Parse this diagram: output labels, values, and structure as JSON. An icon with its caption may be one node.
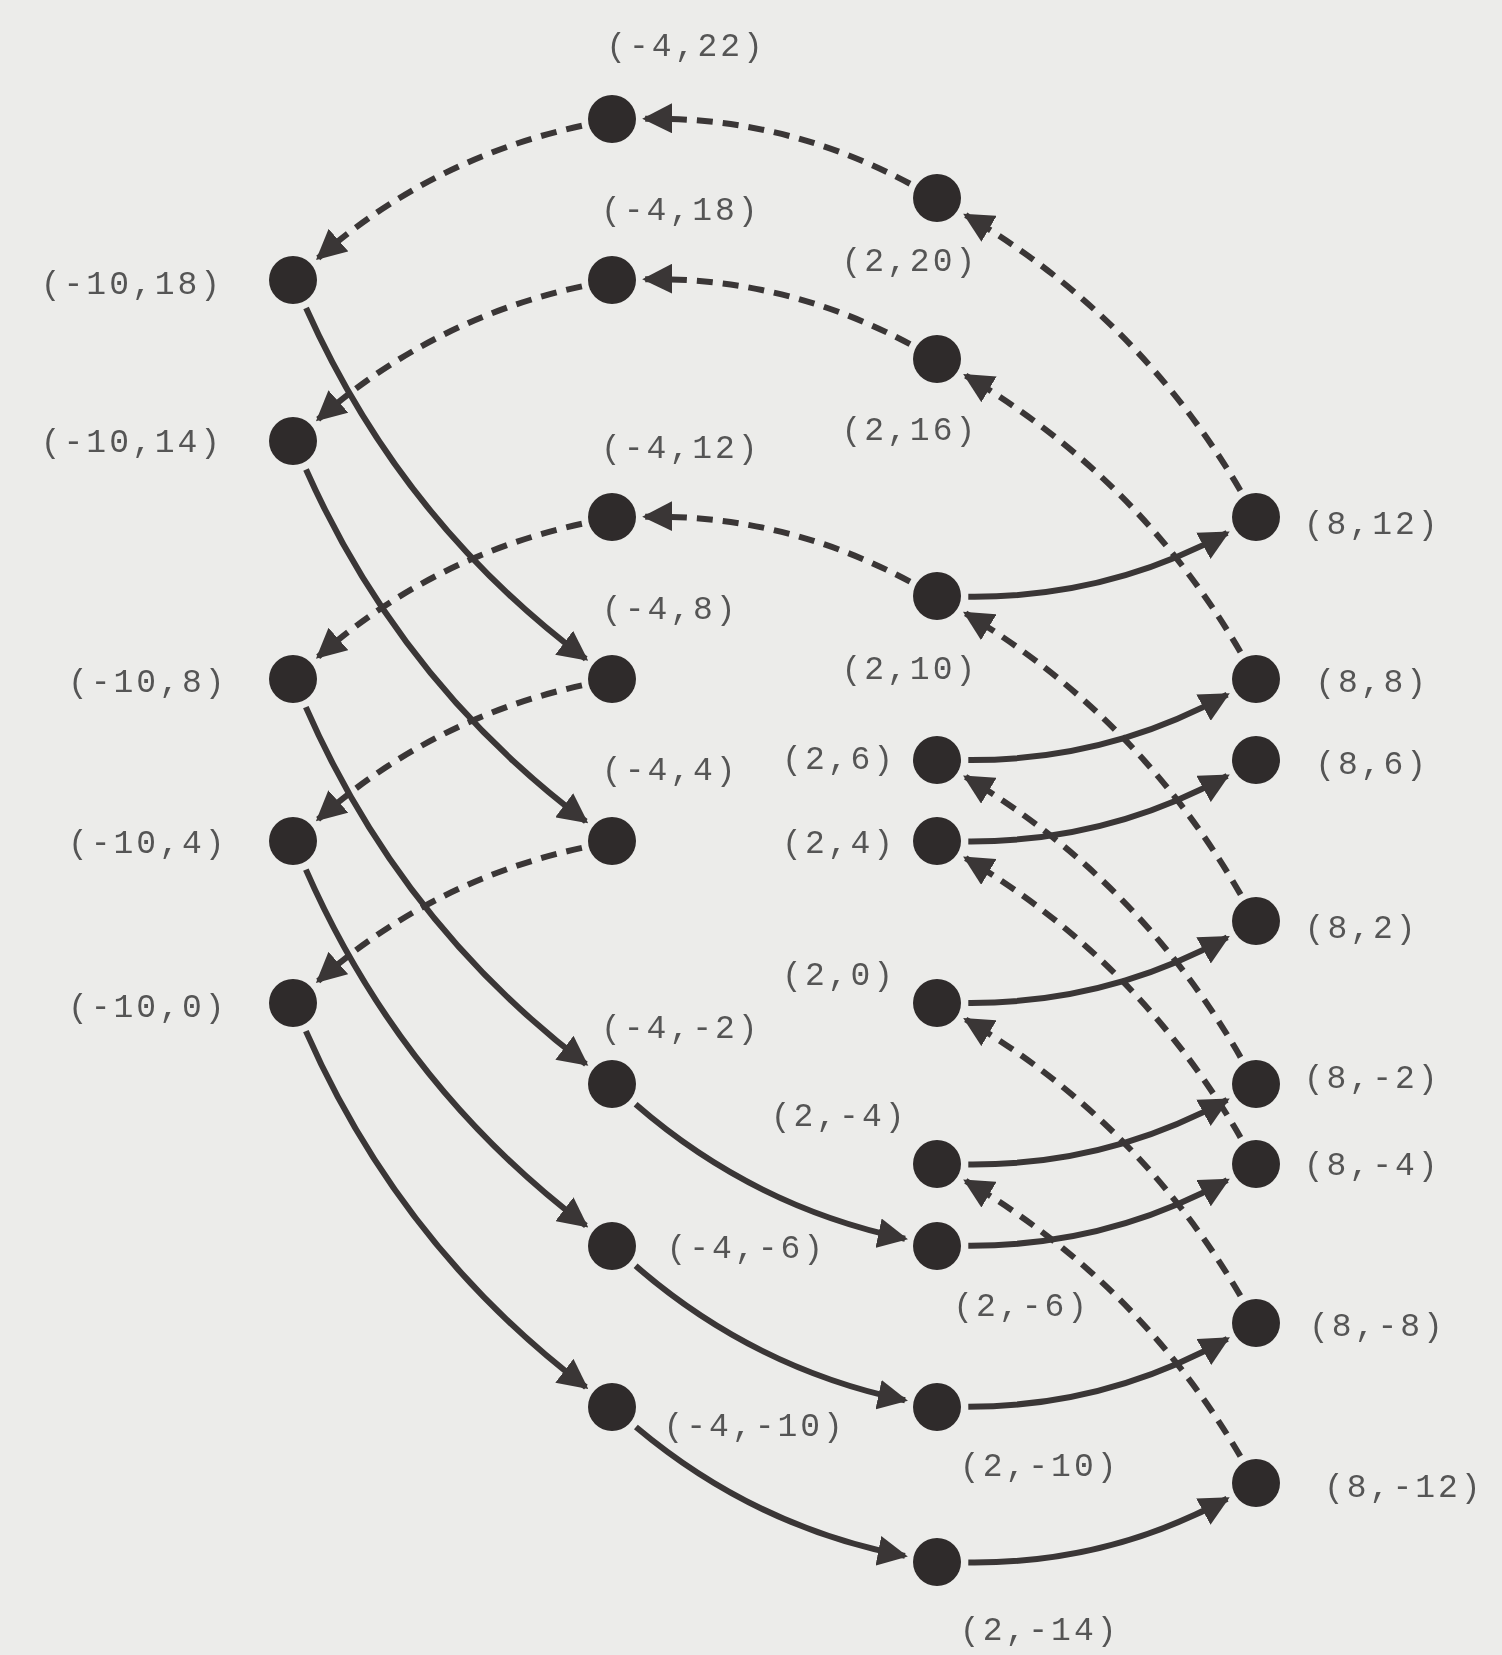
{
  "diagram": {
    "nodes": [
      {
        "text": [],
        "shape": "circle",
        "beside": [
          "(-4,22)"
        ]
      },
      {
        "text": [],
        "shape": "circle",
        "beside": [
          "(2,20)"
        ]
      },
      {
        "text": [],
        "shape": "circle",
        "beside": [
          "(-10,18)"
        ]
      },
      {
        "text": [],
        "shape": "circle",
        "beside": [
          "(-4,18)"
        ]
      },
      {
        "text": [],
        "shape": "circle",
        "beside": [
          "(2,16)"
        ]
      },
      {
        "text": [],
        "shape": "circle",
        "beside": [
          "(-10,14)"
        ]
      },
      {
        "text": [],
        "shape": "circle",
        "beside": [
          "(-4,12)"
        ]
      },
      {
        "text": [],
        "shape": "circle",
        "beside": [
          "(8,12)"
        ]
      },
      {
        "text": [],
        "shape": "circle",
        "beside": [
          "(2,10)"
        ]
      },
      {
        "text": [],
        "shape": "circle",
        "beside": [
          "(-10,8)"
        ]
      },
      {
        "text": [],
        "shape": "circle",
        "beside": [
          "(-4,8)"
        ]
      },
      {
        "text": [],
        "shape": "circle",
        "beside": [
          "(8,8)"
        ]
      },
      {
        "text": [],
        "shape": "circle",
        "beside": [
          "(2,6)"
        ]
      },
      {
        "text": [],
        "shape": "circle",
        "beside": [
          "(8,6)"
        ]
      },
      {
        "text": [],
        "shape": "circle",
        "beside": [
          "(-10,4)"
        ]
      },
      {
        "text": [],
        "shape": "circle",
        "beside": [
          "(-4,4)"
        ]
      },
      {
        "text": [],
        "shape": "circle",
        "beside": [
          "(2,4)"
        ]
      },
      {
        "text": [],
        "shape": "circle",
        "beside": [
          "(8,2)"
        ]
      },
      {
        "text": [],
        "shape": "circle",
        "beside": [
          "(-10,0)"
        ]
      },
      {
        "text": [],
        "shape": "circle",
        "beside": [
          "(2,0)"
        ]
      },
      {
        "text": [],
        "shape": "circle",
        "beside": [
          "(-4,-2)"
        ]
      },
      {
        "text": [],
        "shape": "circle",
        "beside": [
          "(8,-2)"
        ]
      },
      {
        "text": [],
        "shape": "circle",
        "beside": [
          "(2,-4)"
        ]
      },
      {
        "text": [],
        "shape": "circle",
        "beside": [
          "(8,-4)"
        ]
      },
      {
        "text": [],
        "shape": "circle",
        "beside": [
          "(-4,-6)"
        ]
      },
      {
        "text": [],
        "shape": "circle",
        "beside": [
          "(2,-6)"
        ]
      },
      {
        "text": [],
        "shape": "circle",
        "beside": [
          "(8,-8)"
        ]
      },
      {
        "text": [],
        "shape": "circle",
        "beside": [
          "(-4,-10)"
        ]
      },
      {
        "text": [],
        "shape": "circle",
        "beside": [
          "(2,-10)"
        ]
      },
      {
        "text": [],
        "shape": "circle",
        "beside": [
          "(8,-12)"
        ]
      },
      {
        "text": [],
        "shape": "circle",
        "beside": [
          "(2,-14)"
        ]
      }
    ],
    "edges": [
      {
        "from": 1,
        "to": 0,
        "arrow": "to",
        "style": "dashed"
      },
      {
        "from": 0,
        "to": 2,
        "arrow": "to",
        "style": "dashed"
      },
      {
        "from": 7,
        "to": 1,
        "arrow": "to",
        "style": "dashed"
      },
      {
        "from": 4,
        "to": 3,
        "arrow": "to",
        "style": "dashed"
      },
      {
        "from": 3,
        "to": 5,
        "arrow": "to",
        "style": "dashed"
      },
      {
        "from": 11,
        "to": 4,
        "arrow": "to",
        "style": "dashed"
      },
      {
        "from": 8,
        "to": 6,
        "arrow": "to",
        "style": "dashed"
      },
      {
        "from": 6,
        "to": 9,
        "arrow": "to",
        "style": "dashed"
      },
      {
        "from": 17,
        "to": 8,
        "arrow": "to",
        "style": "dashed"
      },
      {
        "from": 10,
        "to": 14,
        "arrow": "to",
        "style": "dashed"
      },
      {
        "from": 15,
        "to": 18,
        "arrow": "to",
        "style": "dashed"
      },
      {
        "from": 21,
        "to": 12,
        "arrow": "to",
        "style": "dashed"
      },
      {
        "from": 23,
        "to": 16,
        "arrow": "to",
        "style": "dashed"
      },
      {
        "from": 26,
        "to": 19,
        "arrow": "to",
        "style": "dashed"
      },
      {
        "from": 29,
        "to": 22,
        "arrow": "to",
        "style": "dashed"
      },
      {
        "from": 2,
        "to": 10,
        "arrow": "to"
      },
      {
        "from": 5,
        "to": 15,
        "arrow": "to"
      },
      {
        "from": 9,
        "to": 20,
        "arrow": "to"
      },
      {
        "from": 14,
        "to": 24,
        "arrow": "to"
      },
      {
        "from": 18,
        "to": 27,
        "arrow": "to"
      },
      {
        "from": 20,
        "to": 25,
        "arrow": "to"
      },
      {
        "from": 24,
        "to": 28,
        "arrow": "to"
      },
      {
        "from": 27,
        "to": 30,
        "arrow": "to"
      },
      {
        "from": 8,
        "to": 7,
        "arrow": "to"
      },
      {
        "from": 12,
        "to": 11,
        "arrow": "to"
      },
      {
        "from": 16,
        "to": 13,
        "arrow": "to"
      },
      {
        "from": 19,
        "to": 17,
        "arrow": "to"
      },
      {
        "from": 22,
        "to": 21,
        "arrow": "to"
      },
      {
        "from": 25,
        "to": 23,
        "arrow": "to"
      },
      {
        "from": 28,
        "to": 26,
        "arrow": "to"
      },
      {
        "from": 30,
        "to": 29,
        "arrow": "to"
      }
    ]
  }
}
